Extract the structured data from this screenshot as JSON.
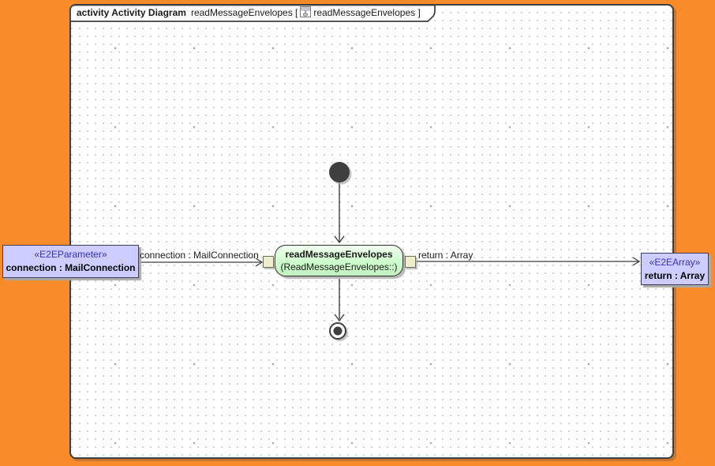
{
  "frame": {
    "tab": {
      "keyword": "activity Activity Diagram",
      "diagram_name": "readMessageEnvelopes [",
      "context_name": "readMessageEnvelopes ]",
      "icon": "activity-diagram-icon"
    }
  },
  "nodes": {
    "initial": {
      "type": "initial-node"
    },
    "action": {
      "name": "readMessageEnvelopes",
      "signature": "(ReadMessageEnvelopes::)"
    },
    "final": {
      "type": "activity-final-node"
    },
    "input_parameter": {
      "stereotype": "«E2EParameter»",
      "label": "connection : MailConnection"
    },
    "output_parameter": {
      "stereotype": "«E2EArray»",
      "label": "return : Array"
    }
  },
  "edges": {
    "input_flow_label": "connection : MailConnection",
    "output_flow_label": "return : Array"
  },
  "colors": {
    "background_orange": "#fa8b2a",
    "canvas_white": "#ffffff",
    "grid_dot": "#c8c8c8",
    "frame_border": "#3f3f3f",
    "action_fill": "#ccffcc",
    "parameter_fill": "#ccccff",
    "pin_fill": "#eeeecc",
    "stereotype_text": "#3333cc"
  }
}
